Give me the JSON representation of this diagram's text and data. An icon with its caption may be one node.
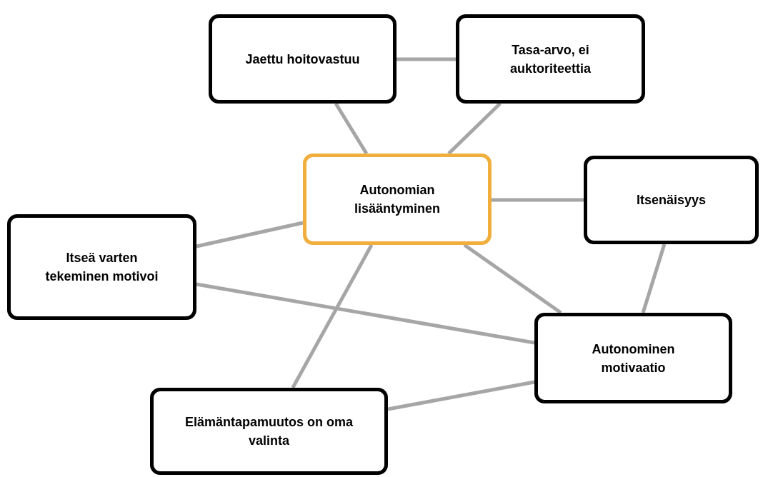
{
  "diagram": {
    "nodes": [
      {
        "text": [
          "Autonomian lisääntyminen"
        ]
      },
      {
        "text": [
          "Jaettu hoitovastuu"
        ]
      },
      {
        "text": [
          "Tasa-arvo, ei auktoriteettia"
        ]
      },
      {
        "text": [
          "Itsenäisyys"
        ]
      },
      {
        "text": [
          "Itseä varten tekeminen motivoi"
        ]
      },
      {
        "text": [
          "Autonominen motivaatio"
        ]
      },
      {
        "text": [
          "Elämäntapamuutos on oma valinta"
        ]
      }
    ],
    "edges": [
      {
        "from": 1,
        "to": 2,
        "arrow": "none"
      },
      {
        "from": 1,
        "to": 0,
        "arrow": "none"
      },
      {
        "from": 2,
        "to": 0,
        "arrow": "none"
      },
      {
        "from": 0,
        "to": 3,
        "arrow": "none"
      },
      {
        "from": 0,
        "to": 4,
        "arrow": "none"
      },
      {
        "from": 0,
        "to": 5,
        "arrow": "none"
      },
      {
        "from": 0,
        "to": 6,
        "arrow": "none"
      },
      {
        "from": 3,
        "to": 5,
        "arrow": "none"
      },
      {
        "from": 4,
        "to": 5,
        "arrow": "none"
      },
      {
        "from": 6,
        "to": 5,
        "arrow": "none"
      }
    ]
  }
}
